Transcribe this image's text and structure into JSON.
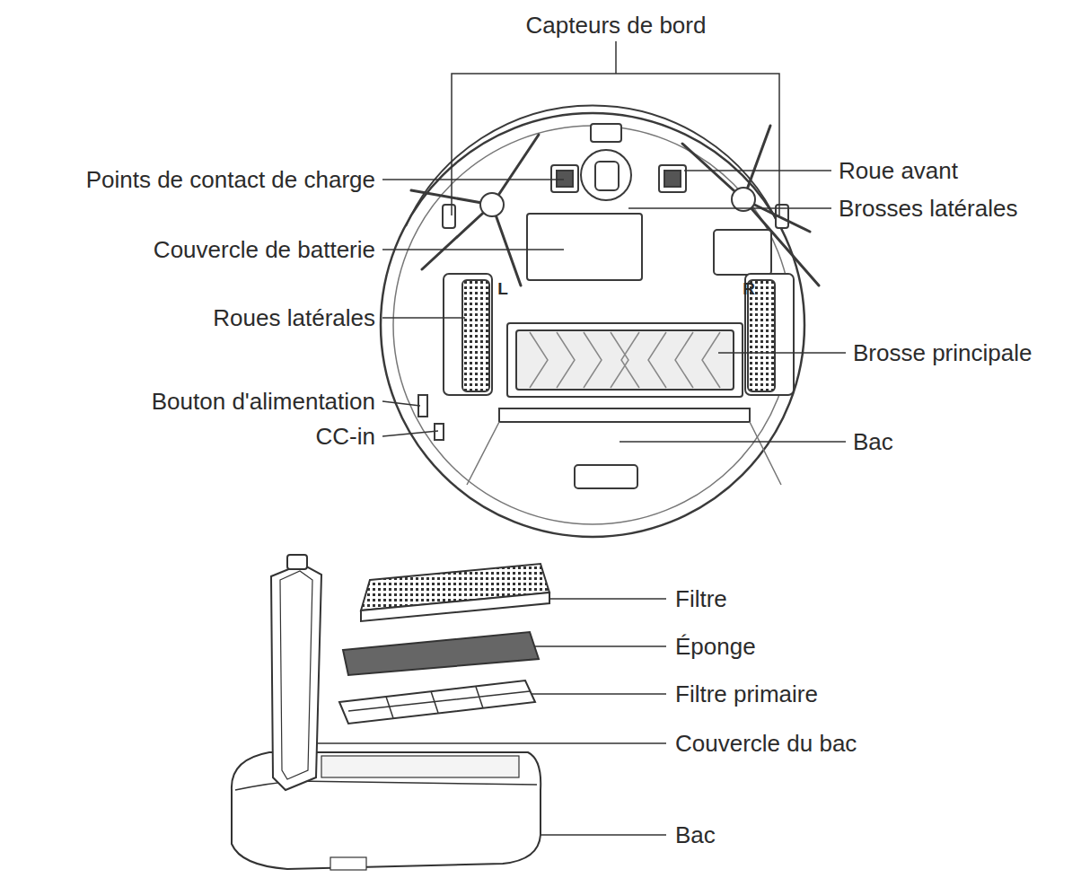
{
  "diagram": {
    "labels": [
      "Capteurs de bord",
      "Points de contact de charge",
      "Roue avant",
      "Brosses latérales",
      "Couvercle de batterie",
      "L",
      "R",
      "Roues latérales",
      "Brosse principale",
      "Bouton d'alimentation",
      "CC-in",
      "Bac",
      "Filtre",
      "Éponge",
      "Filtre primaire",
      "Couvercle du bac",
      "Bac"
    ]
  }
}
